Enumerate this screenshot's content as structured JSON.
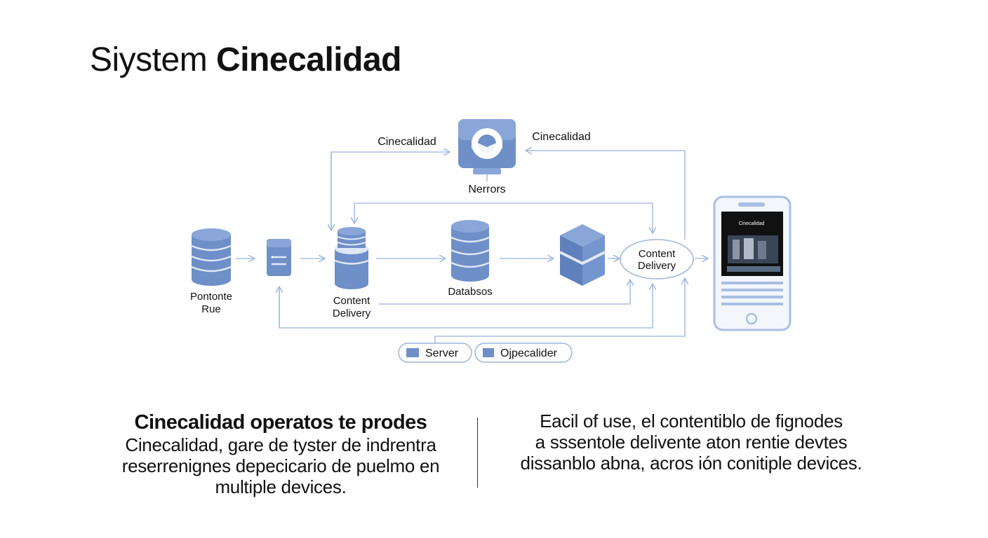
{
  "header": {
    "title_light": "Siystem",
    "title_bold": "Cinecalidad"
  },
  "diagram": {
    "top_label_left": "Cinecalidad",
    "top_label_right": "Cinecalidad",
    "monitor_label": "Nerrors",
    "node_source_line1": "Pontonte",
    "node_source_line2": "Rue",
    "node_cdn_line1": "Content",
    "node_cdn_line2": "Delivery",
    "node_database": "Databsos",
    "ellipse_line1": "Content",
    "ellipse_line2": "Delivery",
    "phone_screen_title": "Cinecalidad",
    "legend_server": "Server",
    "legend_other": "Ojpecalider"
  },
  "left_text": {
    "heading": "Cinecalidad operatos te prodes",
    "line1": "Cinecalidad, gare de tyster de indrentra",
    "line2": "reserrenignes depecicario de puelmo en",
    "line3": "multiple devices."
  },
  "right_text": {
    "line1": "Eacil of use,  el contentiblo de fignodes",
    "line2": "a sssentole delivente aton rentie devtes",
    "line3": "dissanblo abna, acros ión conitiple devices."
  },
  "colors": {
    "accent": "#6f8fc9",
    "accent_dark": "#4f6fae",
    "line": "#a9bfe3",
    "light": "#dfe8f6"
  }
}
